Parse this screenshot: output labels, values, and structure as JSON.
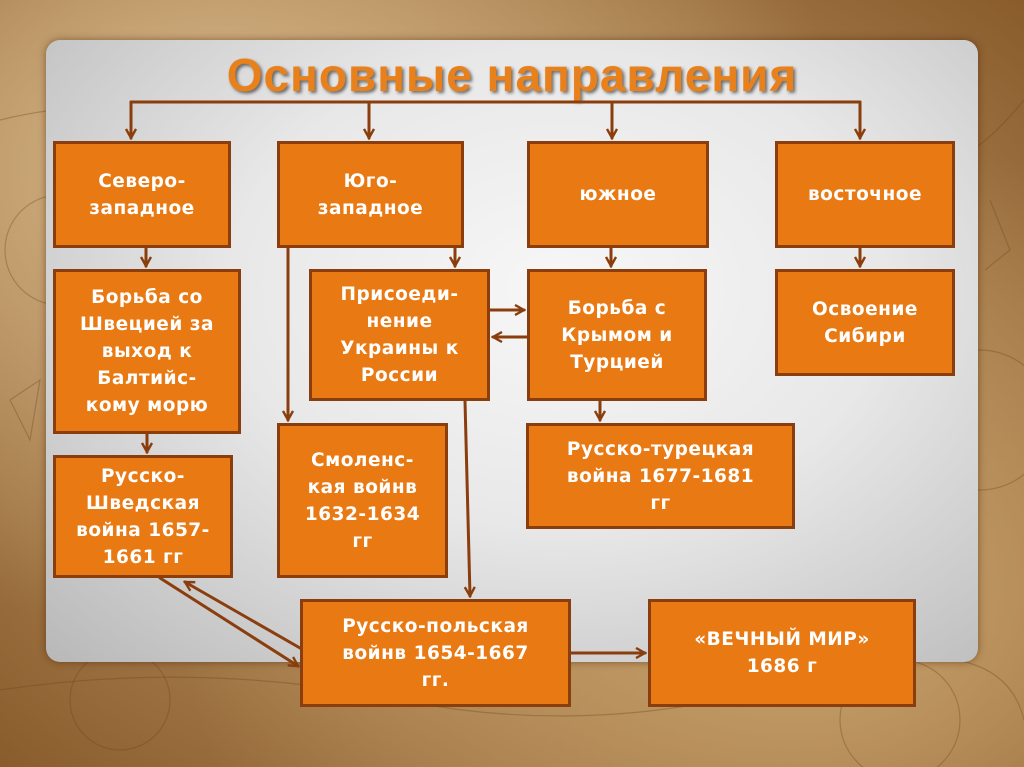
{
  "title": "Основные направления",
  "colors": {
    "box_fill": "#e97912",
    "box_border": "#8a3d0d",
    "arrow": "#8a3d0d",
    "title": "#e8801c",
    "text": "#ffffff"
  },
  "nodes": {
    "northwest": "Северо-\nзападное",
    "southwest": "Юго-\nзападное",
    "south": "южное",
    "east": "восточное",
    "sweden_struggle": "Борьба со\nШвецией за\nвыход к\nБалтийс-\nкому морю",
    "ukraine": "Присоеди-\nнение\nУкраины к\nРоссии",
    "crimea": "Борьба с\nКрымом и\nТурцией",
    "siberia": "Освоение\nСибири",
    "swedish_war": "Русско-\nШведская\nвойна 1657-\n1661 гг",
    "smolensk": "Смоленс-\nкая войнв\n1632-1634\nгг",
    "turkish_war": "Русско-турецкая\nвойна 1677-1681\nгг",
    "polish_war": "Русско-польская\nвойнв 1654-1667\nгг.",
    "eternal_peace": "«ВЕЧНЫЙ МИР»\n1686 г"
  }
}
